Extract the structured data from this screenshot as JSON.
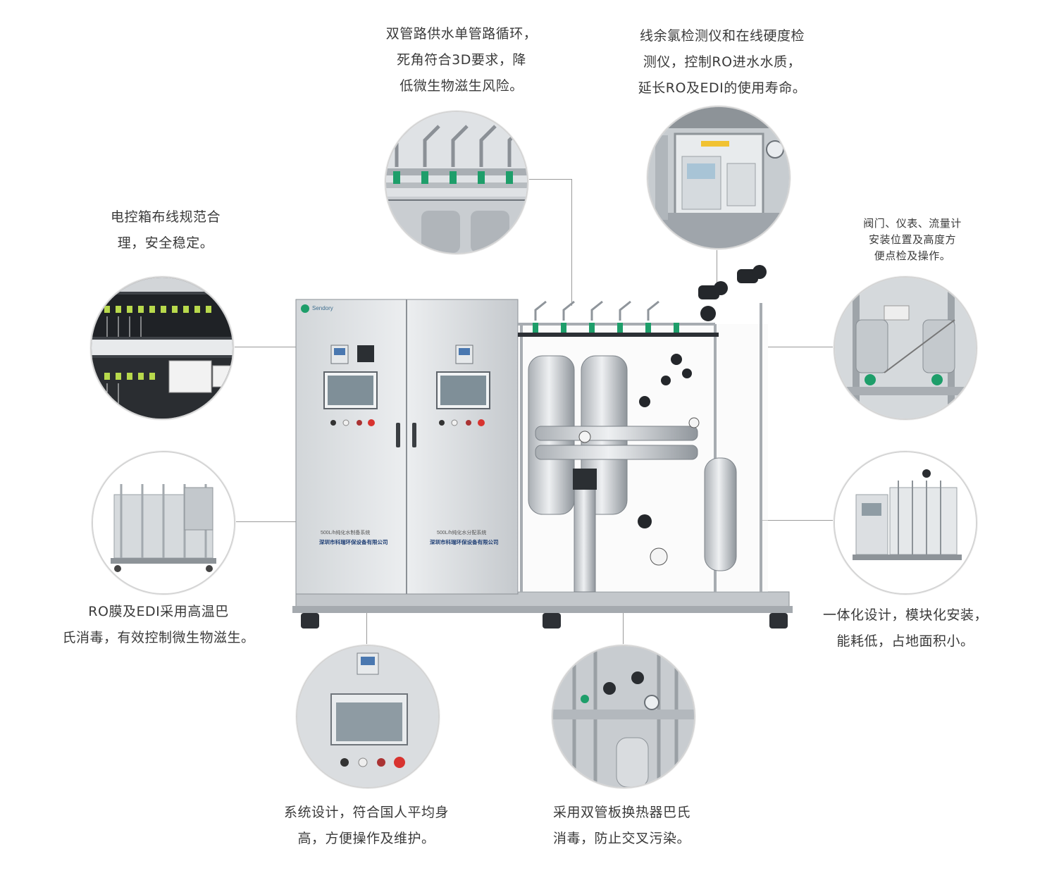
{
  "captions": {
    "top_center": [
      "双管路供水单管路循环，",
      "死角符合3D要求，降",
      "低微生物滋生风险。"
    ],
    "top_right": [
      "线余氯检测仪和在线硬度检",
      "测仪，控制RO进水水质，",
      "延长RO及EDI的使用寿命。"
    ],
    "left_top": [
      "电控箱布线规范合",
      "理，安全稳定。"
    ],
    "right_top": [
      "阀门、仪表、流量计",
      "安装位置及高度方",
      "便点检及操作。"
    ],
    "left_bottom": [
      "RO膜及EDI采用高温巴",
      "氏消毒，有效控制微生物滋生。"
    ],
    "right_bottom": [
      "一体化设计，模块化安装，",
      "能耗低，占地面积小。"
    ],
    "bottom_left": [
      "系统设计，符合国人平均身",
      "高，方便操作及维护。"
    ],
    "bottom_right": [
      "采用双管板换热器巴氏",
      "消毒，防止交叉污染。"
    ]
  },
  "machine": {
    "brand": "Sendory",
    "panel_left_title": "500L/h纯化水制备系统",
    "panel_right_title": "500L/h纯化水分配系统",
    "company": "深圳市科瑞环保设备有限公司",
    "company_right": "深圳市科瑞环保设备有限公司"
  },
  "colors": {
    "steel_light": "#e4e6e8",
    "steel_mid": "#b9bdc2",
    "steel_dark": "#7d8389",
    "screen": "#7f8f98",
    "accent_green": "#1e9e6a",
    "button_red": "#d8332f",
    "line": "#9a9a9a"
  }
}
